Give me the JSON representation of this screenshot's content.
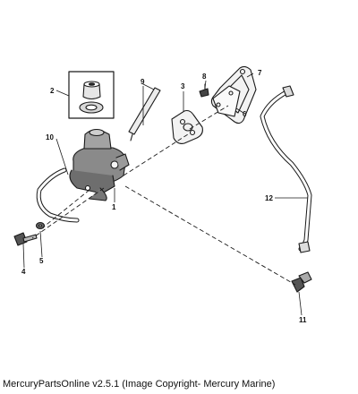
{
  "footer": {
    "text": "MercuryPartsOnline v2.5.1 (Image Copyright- Mercury Marine)"
  },
  "callouts": {
    "c1": "1",
    "c2": "2",
    "c3": "3",
    "c4": "4",
    "c5": "5",
    "c6": "6",
    "c7": "7",
    "c8": "8",
    "c9": "9",
    "c10": "10",
    "c11": "11",
    "c12": "12"
  },
  "colors": {
    "line": "#1a1a1a",
    "background": "#ffffff"
  }
}
